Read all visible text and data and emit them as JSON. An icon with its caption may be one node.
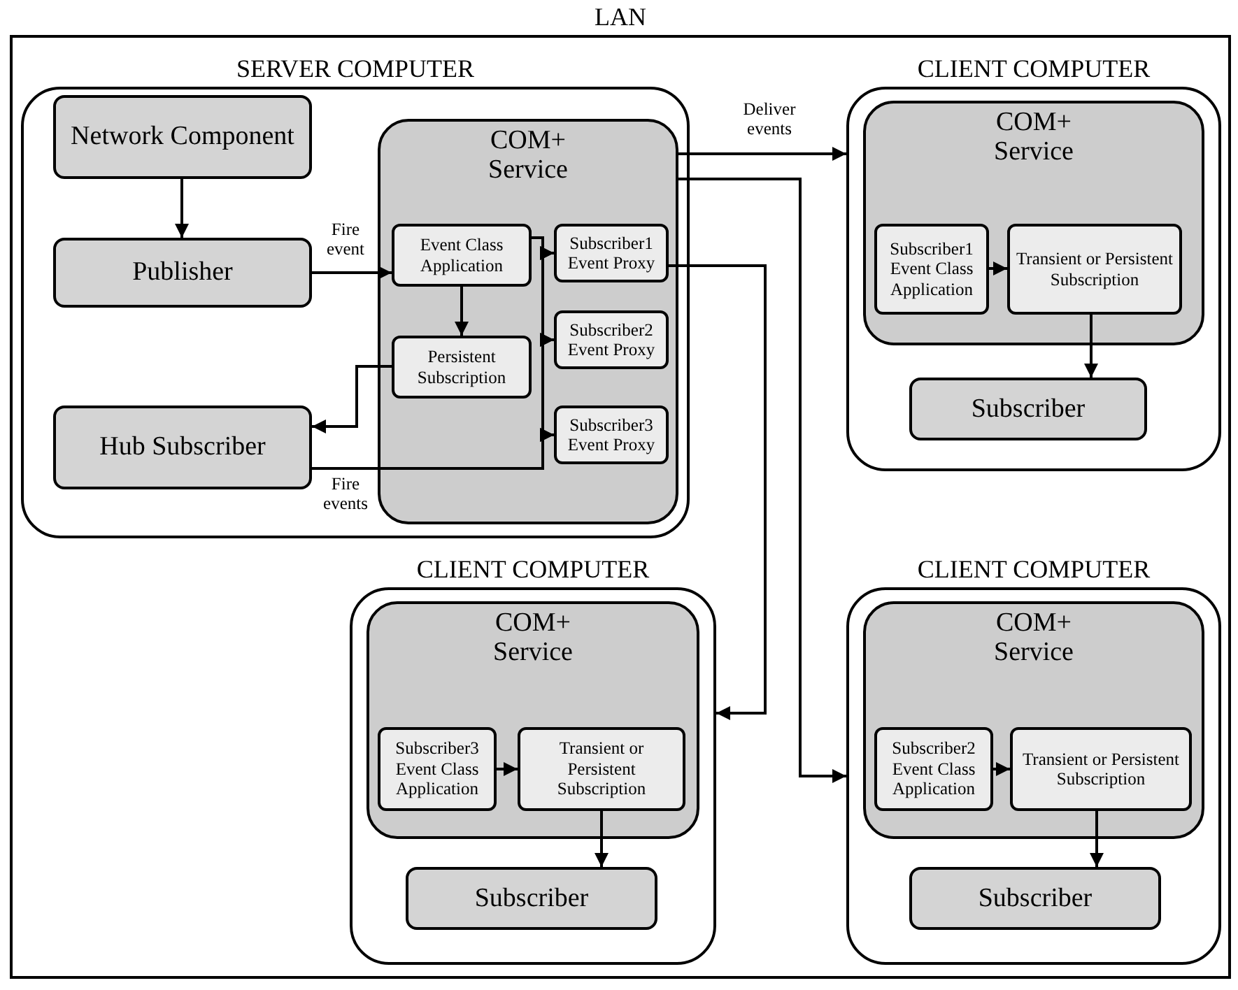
{
  "diagram": {
    "nodes": [
      {
        "text": [
          "LAN"
        ]
      },
      {
        "text": [
          "SERVER COMPUTER"
        ],
        "in": 0
      },
      {
        "text": [
          "Network Component"
        ],
        "in": 1
      },
      {
        "text": [
          "Publisher"
        ],
        "in": 1
      },
      {
        "text": [
          "Hub Subscriber"
        ],
        "in": 1
      },
      {
        "text": [
          "COM+ Service"
        ],
        "in": 1
      },
      {
        "text": [
          "Event Class Application"
        ],
        "in": 5
      },
      {
        "text": [
          "Persistent Subscription"
        ],
        "in": 5
      },
      {
        "text": [
          "Subscriber1 Event Proxy"
        ],
        "in": 5
      },
      {
        "text": [
          "Subscriber2 Event Proxy"
        ],
        "in": 5
      },
      {
        "text": [
          "Subscriber3 Event Proxy"
        ],
        "in": 5
      },
      {
        "text": [
          "CLIENT COMPUTER"
        ],
        "in": 0
      },
      {
        "text": [
          "COM+ Service"
        ],
        "in": 11
      },
      {
        "text": [
          "Subscriber1 Event Class Application"
        ],
        "in": 12
      },
      {
        "text": [
          "Transient or Persistent Subscription"
        ],
        "in": 12
      },
      {
        "text": [
          "Subscriber"
        ],
        "in": 11
      },
      {
        "text": [
          "CLIENT COMPUTER"
        ],
        "in": 0
      },
      {
        "text": [
          "COM+ Service"
        ],
        "in": 16
      },
      {
        "text": [
          "Subscriber3 Event Class Application"
        ],
        "in": 17
      },
      {
        "text": [
          "Transient or Persistent Subscription"
        ],
        "in": 17
      },
      {
        "text": [
          "Subscriber"
        ],
        "in": 16
      },
      {
        "text": [
          "CLIENT COMPUTER"
        ],
        "in": 0
      },
      {
        "text": [
          "COM+ Service"
        ],
        "in": 21
      },
      {
        "text": [
          "Subscriber2 Event Class Application"
        ],
        "in": 22
      },
      {
        "text": [
          "Transient or Persistent Subscription"
        ],
        "in": 22
      },
      {
        "text": [
          "Subscriber"
        ],
        "in": 21
      }
    ],
    "edges": [
      {
        "from": 2,
        "to": 3,
        "arrow": "to"
      },
      {
        "from": 3,
        "to": 6,
        "arrow": "to",
        "label": "Fire event"
      },
      {
        "from": 6,
        "to": 7,
        "arrow": "to"
      },
      {
        "from": 7,
        "to": 4,
        "arrow": "to"
      },
      {
        "from": 6,
        "to": 8,
        "arrow": "to"
      },
      {
        "from": 6,
        "to": 9,
        "arrow": "to"
      },
      {
        "from": 6,
        "to": 10,
        "arrow": "to"
      },
      {
        "from": 4,
        "to": 8,
        "arrow": "to"
      },
      {
        "from": 4,
        "to": 9,
        "arrow": "to"
      },
      {
        "from": 4,
        "to": 10,
        "arrow": "to",
        "label": "Fire events"
      },
      {
        "from": 5,
        "to": 11,
        "arrow": "to",
        "label": "Deliver events"
      },
      {
        "from": 5,
        "to": 21,
        "arrow": "to"
      },
      {
        "from": 8,
        "to": 16,
        "arrow": "to"
      },
      {
        "from": 13,
        "to": 14,
        "arrow": "to"
      },
      {
        "from": 14,
        "to": 15,
        "arrow": "to"
      },
      {
        "from": 18,
        "to": 19,
        "arrow": "to"
      },
      {
        "from": 19,
        "to": 20,
        "arrow": "to"
      },
      {
        "from": 23,
        "to": 24,
        "arrow": "to"
      },
      {
        "from": 24,
        "to": 25,
        "arrow": "to"
      }
    ]
  }
}
